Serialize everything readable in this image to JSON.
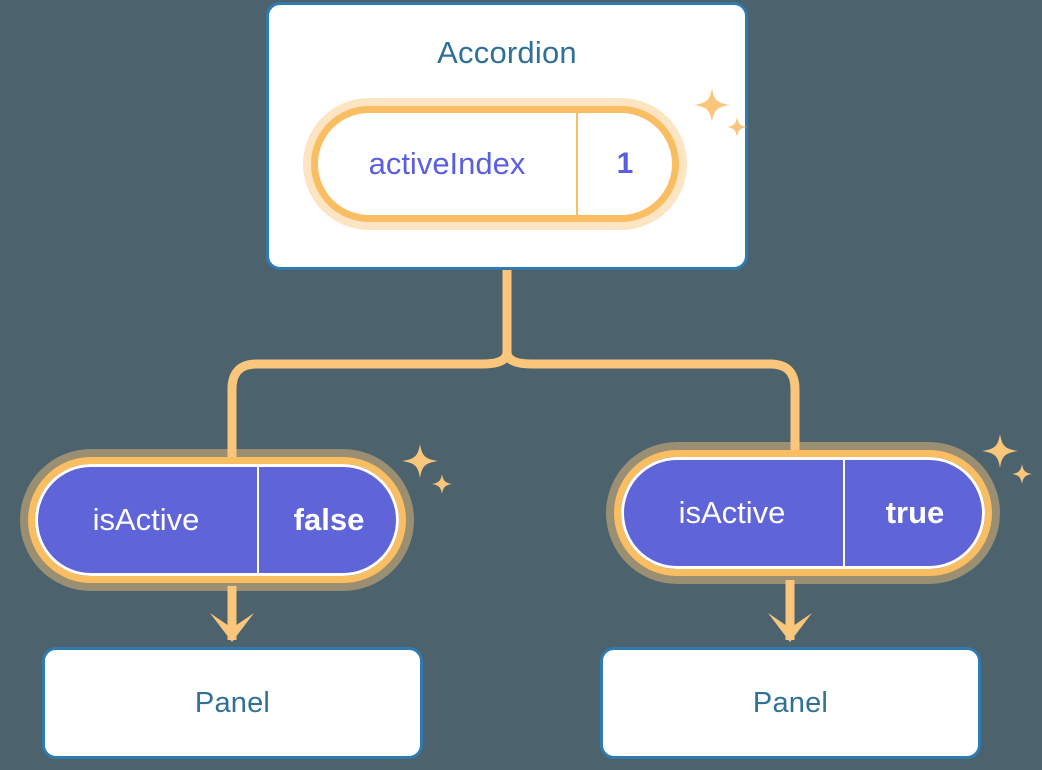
{
  "theme": {
    "background": "#4c626c",
    "card_bg": "#ffffff",
    "card_border": "#2f7bb0",
    "title_color": "#2f7099",
    "accent_amber": "#f9bd62",
    "accent_amber_glow": "#fac67c",
    "state_fill": "#5f64d8",
    "state_text_light": "#5a5ee0",
    "state_text_dark": "#ffffff"
  },
  "diagram": {
    "type": "component-state-tree",
    "root": {
      "title": "Accordion",
      "state": {
        "key": "activeIndex",
        "value": "1",
        "style": "light"
      }
    },
    "children": [
      {
        "state": {
          "key": "isActive",
          "value": "false",
          "style": "solid"
        },
        "component": {
          "title": "Panel"
        }
      },
      {
        "state": {
          "key": "isActive",
          "value": "true",
          "style": "solid"
        },
        "component": {
          "title": "Panel"
        }
      }
    ]
  },
  "icons": {
    "sparkle_large": "sparkle-large-icon",
    "sparkle_small": "sparkle-small-icon",
    "arrow_down": "arrow-down-icon",
    "branch_connector": "branch-connector"
  }
}
